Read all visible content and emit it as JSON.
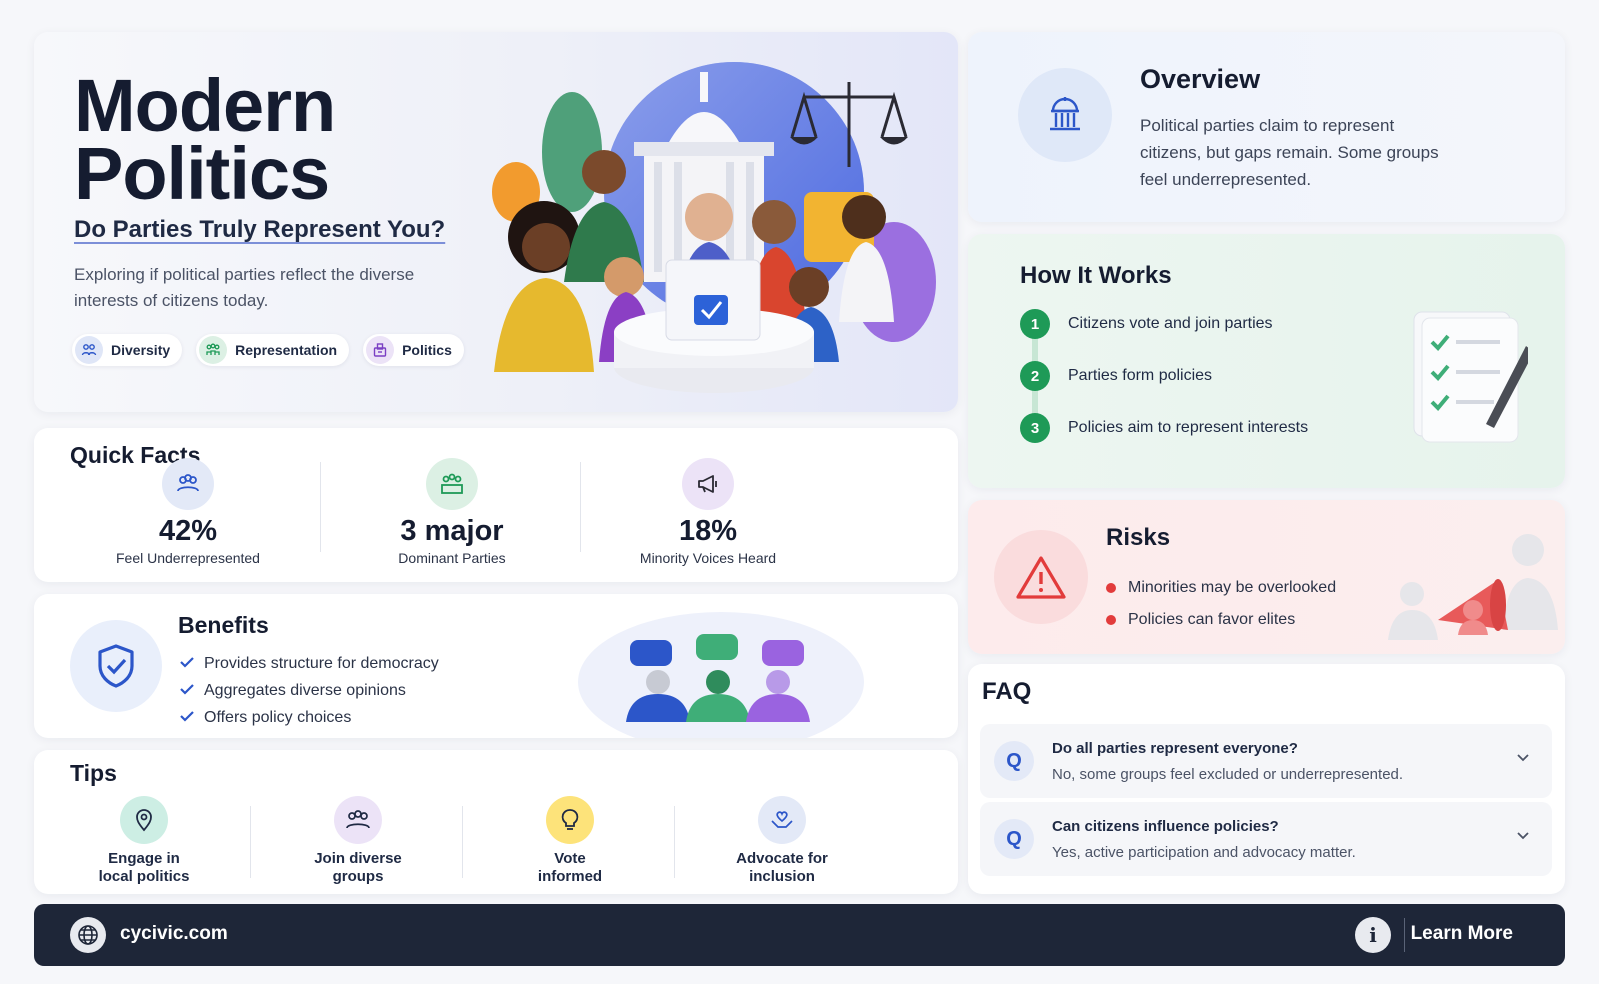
{
  "hero": {
    "title_line1": "Modern",
    "title_line2": "Politics",
    "subtitle": "Do Parties Truly Represent You?",
    "description": "Exploring if political parties reflect the diverse interests of citizens today.",
    "tags": [
      {
        "label": "Diversity",
        "icon": "people-icon",
        "color": "#dfe6f7"
      },
      {
        "label": "Representation",
        "icon": "group-icon",
        "color": "#dcf0e4"
      },
      {
        "label": "Politics",
        "icon": "ballot-icon",
        "color": "#ece3f7"
      }
    ]
  },
  "quick_facts": {
    "title": "Quick Facts",
    "items": [
      {
        "value": "42%",
        "label": "Feel Underrepresented",
        "icon": "people-icon",
        "color": "#e3e9f7"
      },
      {
        "value": "3 major",
        "label": "Dominant Parties",
        "icon": "podium-icon",
        "color": "#dcf0e4"
      },
      {
        "value": "18%",
        "label": "Minority Voices Heard",
        "icon": "megaphone-icon",
        "color": "#ece3f7"
      }
    ]
  },
  "benefits": {
    "title": "Benefits",
    "items": [
      "Provides structure for democracy",
      "Aggregates diverse opinions",
      "Offers policy choices"
    ]
  },
  "tips": {
    "title": "Tips",
    "items": [
      {
        "label": "Engage in\nlocal politics",
        "icon": "location-pin-icon",
        "color": "#cdeee4"
      },
      {
        "label": "Join diverse\ngroups",
        "icon": "people-icon",
        "color": "#ece3f7"
      },
      {
        "label": "Vote\ninformed",
        "icon": "lightbulb-icon",
        "color": "#fde37a"
      },
      {
        "label": "Advocate for\ninclusion",
        "icon": "heart-hands-icon",
        "color": "#e3e9f7"
      }
    ]
  },
  "overview": {
    "title": "Overview",
    "text": "Political parties claim to represent citizens, but gaps remain. Some groups feel underrepresented."
  },
  "how_it_works": {
    "title": "How It Works",
    "steps": [
      {
        "num": "1",
        "text": "Citizens vote and join parties"
      },
      {
        "num": "2",
        "text": "Parties form policies"
      },
      {
        "num": "3",
        "text": "Policies aim to represent interests"
      }
    ]
  },
  "risks": {
    "title": "Risks",
    "items": [
      "Minorities may be overlooked",
      "Policies can favor elites"
    ]
  },
  "faq": {
    "title": "FAQ",
    "items": [
      {
        "q_badge": "Q",
        "question": "Do all parties represent everyone?",
        "answer": "No, some groups feel excluded or underrepresented."
      },
      {
        "q_badge": "Q",
        "question": "Can citizens influence policies?",
        "answer": "Yes, active participation and advocacy matter."
      }
    ]
  },
  "footer": {
    "site": "cycivic.com",
    "info_glyph": "i",
    "cta": "Learn More"
  },
  "colors": {
    "accent_blue": "#2c56c9",
    "accent_green": "#1e9a57",
    "accent_red": "#e23b3b",
    "footer_bg": "#1e2638"
  }
}
